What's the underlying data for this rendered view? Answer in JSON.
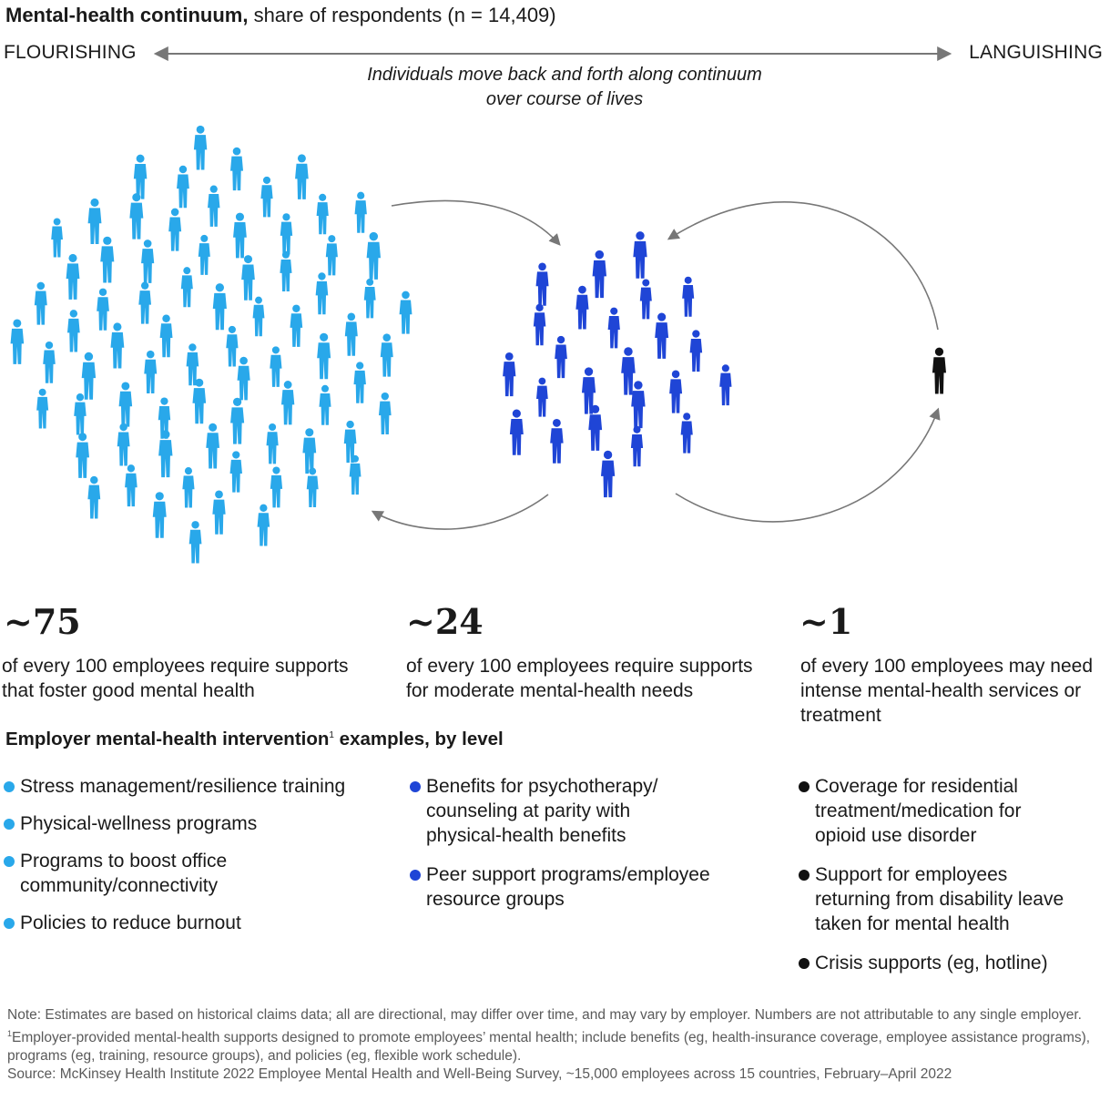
{
  "header": {
    "title_bold": "Mental-health continuum,",
    "title_rest": " share of respondents (n = 14,409)",
    "left_label": "FLOURISHING",
    "right_label": "LANGUISHING",
    "italic_line1": "Individuals move back and forth along continuum",
    "italic_line2": "over course of lives"
  },
  "colors": {
    "light_blue": "#29a8ea",
    "dark_blue": "#1f45d6",
    "black": "#111111",
    "arrow_gray": "#777777"
  },
  "groups": [
    {
      "id": "flourishing",
      "stat": "~75",
      "value": 75,
      "icon": "person-icon",
      "desc_line1": "of every 100 employees require supports",
      "desc_line2": "that foster good mental health",
      "desc_line3": "",
      "dot_color": "#29a8ea",
      "items": [
        {
          "lines": [
            "Stress management/resilience training"
          ]
        },
        {
          "lines": [
            "Physical-wellness programs"
          ]
        },
        {
          "lines": [
            "Programs to boost office",
            "community/connectivity"
          ]
        },
        {
          "lines": [
            "Policies to reduce burnout"
          ]
        }
      ]
    },
    {
      "id": "moderate",
      "stat": "~24",
      "value": 24,
      "icon": "person-icon",
      "desc_line1": "of every 100 employees require supports",
      "desc_line2": "for moderate mental-health needs",
      "desc_line3": "",
      "dot_color": "#1f45d6",
      "items": [
        {
          "lines": [
            "Benefits for psychotherapy/",
            "counseling at parity with",
            "physical-health benefits"
          ]
        },
        {
          "lines": [
            "Peer support programs/employee",
            "resource groups"
          ]
        }
      ]
    },
    {
      "id": "languishing",
      "stat": "~1",
      "value": 1,
      "icon": "person-icon",
      "desc_line1": "of every 100 employees may need",
      "desc_line2": "intense mental-health services or",
      "desc_line3": "treatment",
      "dot_color": "#111111",
      "items": [
        {
          "lines": [
            "Coverage for residential",
            "treatment/medication for",
            "opioid use disorder"
          ]
        },
        {
          "lines": [
            "Support for employees",
            "returning from disability leave",
            "taken for mental health"
          ]
        },
        {
          "lines": [
            "Crisis supports (eg, hotline)"
          ]
        }
      ]
    }
  ],
  "section_title": "Employer mental-health intervention",
  "section_sup": "1",
  "section_title_rest": " examples, by level",
  "notes": {
    "note": "Note: Estimates are based on historical claims data; all are directional, may differ over time, and may vary by employer. Numbers are not attributable to any single employer.",
    "footnote_sup": "1",
    "footnote": "Employer-provided mental-health supports designed to promote employees’ mental health; include benefits (eg, health-insurance coverage, employee assistance programs), programs (eg, training, resource groups), and policies (eg, flexible work schedule).",
    "source": "Source: McKinsey Health Institute 2022 Employee Mental Health and Well-Being Survey, ~15,000 employees across 15 countries, February–April 2022"
  }
}
